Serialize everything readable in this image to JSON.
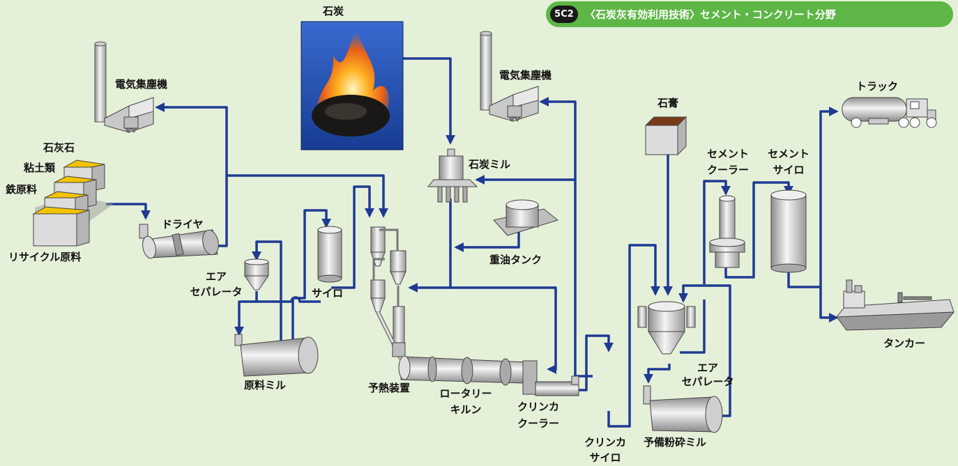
{
  "header": {
    "code": "5C2",
    "title": "〈石炭灰有効利用技術〉セメント・コンクリート分野"
  },
  "labels": {
    "coal": "石炭",
    "ep_left": "電気集塵機",
    "ep_right": "電気集塵機",
    "limestone": "石灰石",
    "clay": "粘土類",
    "iron": "鉄原料",
    "recycle": "リサイクル原料",
    "dryer": "ドライヤ",
    "air_sep_left_1": "エア",
    "air_sep_left_2": "セパレータ",
    "silo": "サイロ",
    "raw_mill": "原料ミル",
    "coal_mill": "石炭ミル",
    "heavy_oil": "重油タンク",
    "preheater": "予熱装置",
    "kiln_1": "ロータリー",
    "kiln_2": "キルン",
    "cooler_1": "クリンカ",
    "cooler_2": "クーラー",
    "clinker_silo_1": "クリンカ",
    "clinker_silo_2": "サイロ",
    "gypsum": "石膏",
    "cement_cooler_1": "セメント",
    "cement_cooler_2": "クーラー",
    "cement_silo_1": "セメント",
    "cement_silo_2": "サイロ",
    "air_sep_right_1": "エア",
    "air_sep_right_2": "セパレータ",
    "pre_mill": "予備粉砕ミル",
    "truck": "トラック",
    "tanker": "タンカー"
  },
  "colors": {
    "background": "#e5f0d9",
    "flow": "#1f3a93",
    "badge": "#5db646",
    "raw_material": "#f2c300"
  },
  "icons": [
    "coal-photo",
    "stack",
    "electrostatic-precipitator",
    "raw-material-bins",
    "dryer",
    "air-separator",
    "silo",
    "raw-mill",
    "coal-mill",
    "oil-tank",
    "preheater",
    "rotary-kiln",
    "clinker-cooler",
    "gypsum-bin",
    "cement-cooler",
    "pre-grinding-mill",
    "truck",
    "tanker-ship"
  ]
}
